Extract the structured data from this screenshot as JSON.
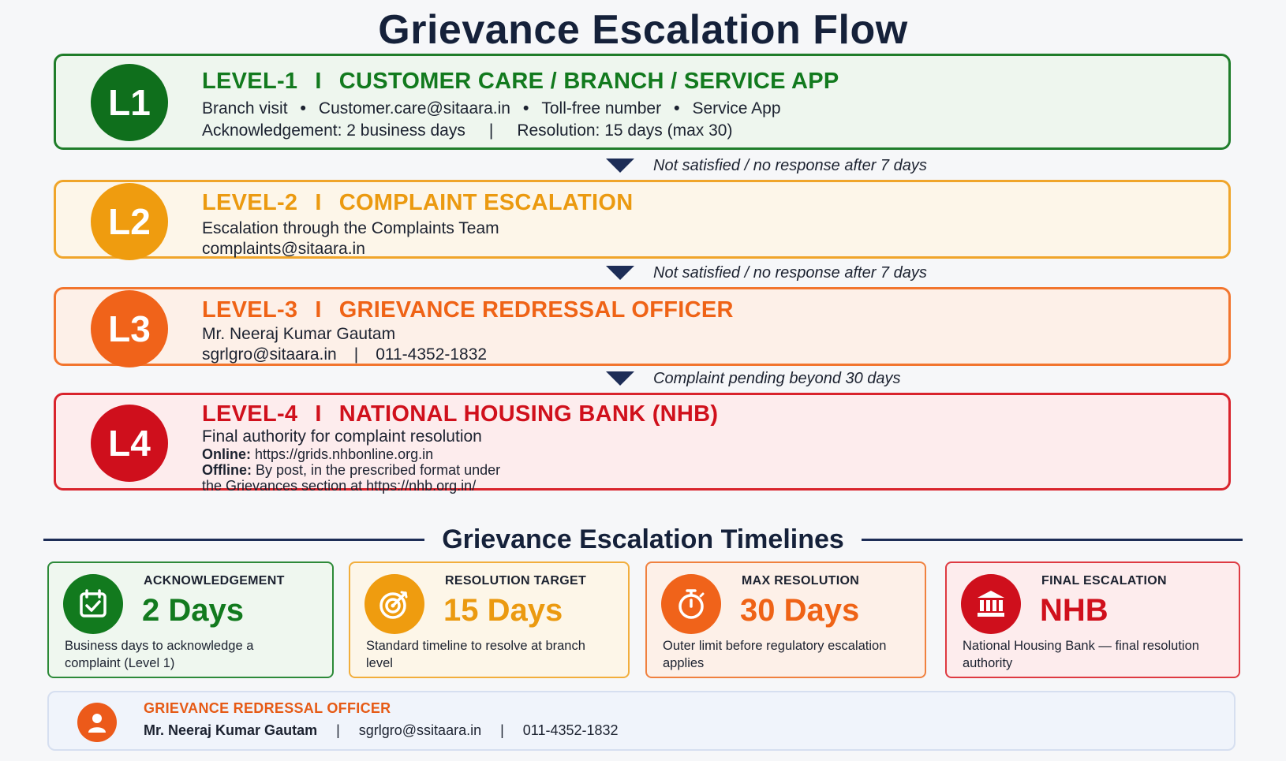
{
  "title": "Grievance Escalation Flow",
  "levels": [
    {
      "badge": "L1",
      "level": "LEVEL-1",
      "divider": "I",
      "heading": "CUSTOMER CARE / BRANCH / SERVICE APP",
      "color": "#127a1e",
      "channels": [
        "Branch visit",
        "Customer.care@sitaara.in",
        "Toll-free number",
        "Service App"
      ],
      "acknowledgement": "Acknowledgement: 2 business days",
      "resolution": "Resolution: 15 days (max 30)"
    },
    {
      "badge": "L2",
      "level": "LEVEL-2",
      "divider": "I",
      "heading": "COMPLAINT ESCALATION",
      "color": "#eb9a10",
      "line1": "Escalation through the Complaints Team",
      "line2": "complaints@sitaara.in"
    },
    {
      "badge": "L3",
      "level": "LEVEL-3",
      "divider": "I",
      "heading": "GRIEVANCE REDRESSAL OFFICER",
      "color": "#ef6316",
      "line1": "Mr. Neeraj Kumar Gautam",
      "email": "sgrlgro@sitaara.in",
      "phone": "011-4352-1832"
    },
    {
      "badge": "L4",
      "level": "LEVEL-4",
      "divider": "I",
      "heading": "NATIONAL HOUSING BANK (NHB)",
      "color": "#d0101c",
      "line1": "Final authority for complaint resolution",
      "online_label": "Online:",
      "online_value": " https://grids.nhbonline.org.in",
      "offline_label": "Offline:",
      "offline_value": " By post, in the prescribed format under",
      "offline_value2": "the Grievances section at https://nhb.org.in/"
    }
  ],
  "arrows": [
    "Not satisfied / no response after 7 days",
    "Not satisfied / no response after 7 days",
    "Complaint pending beyond 30 days"
  ],
  "timelines_title": "Grievance Escalation Timelines",
  "cards": [
    {
      "label": "ACKNOWLEDGEMENT",
      "value": "2 Days",
      "desc": "Business days to acknowledge a complaint (Level 1)",
      "icon": "calendar-check-icon",
      "color": "#127a1e"
    },
    {
      "label": "RESOLUTION TARGET",
      "value": "15 Days",
      "desc": "Standard timeline to resolve at branch level",
      "icon": "target-icon",
      "color": "#eb9a10"
    },
    {
      "label": "MAX RESOLUTION",
      "value": "30 Days",
      "desc": "Outer limit before regulatory escalation applies",
      "icon": "stopwatch-icon",
      "color": "#ef6316"
    },
    {
      "label": "FINAL ESCALATION",
      "value": "NHB",
      "desc": "National Housing Bank — final resolution authority",
      "icon": "bank-icon",
      "color": "#d0101c"
    }
  ],
  "officer": {
    "title": "GRIEVANCE REDRESSAL OFFICER",
    "name": "Mr. Neeraj Kumar Gautam",
    "email": "sgrlgro@ssitaara.in",
    "phone": "011-4352-1832",
    "icon": "person-icon"
  }
}
